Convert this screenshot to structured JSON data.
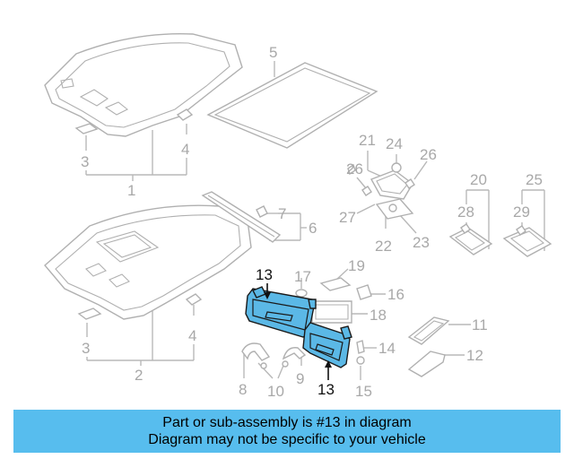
{
  "highlight_color": "#57bdee",
  "callouts": {
    "c1": "1",
    "c2": "2",
    "c3a": "3",
    "c4a": "4",
    "c3b": "3",
    "c4b": "4",
    "c5": "5",
    "c6": "6",
    "c7": "7",
    "c8": "8",
    "c9": "9",
    "c10": "10",
    "c11": "11",
    "c12": "12",
    "c13a": "13",
    "c13b": "13",
    "c14": "14",
    "c15": "15",
    "c16": "16",
    "c17": "17",
    "c18": "18",
    "c19": "19",
    "c20": "20",
    "c21": "21",
    "c22": "22",
    "c23": "23",
    "c24": "24",
    "c25": "25",
    "c26a": "26",
    "c26b": "26",
    "c27": "27",
    "c28": "28",
    "c29": "29"
  },
  "banner": {
    "line1": "Part or sub-assembly is #13 in diagram",
    "line2": "Diagram may not be specific to your vehicle"
  }
}
